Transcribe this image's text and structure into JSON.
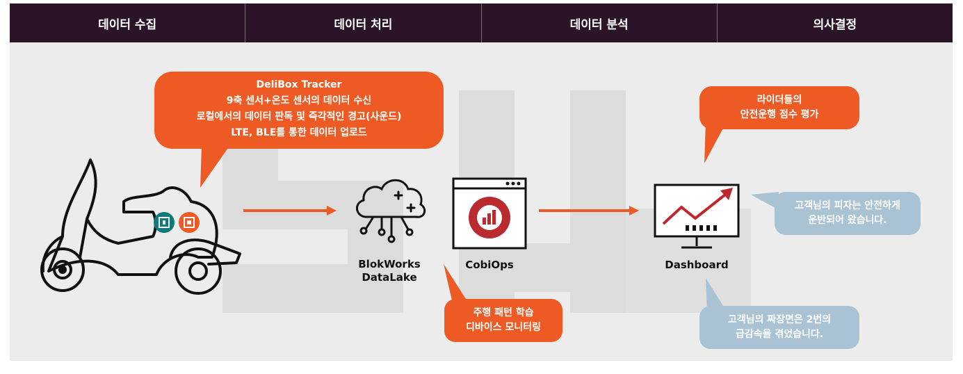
{
  "header": {
    "stages": [
      "데이터 수집",
      "데이터 처리",
      "데이터 분석",
      "의사결정"
    ]
  },
  "watermark": "SM",
  "colors": {
    "header_bg": "#2b1427",
    "accent_orange": "#ee5a24",
    "bubble_blue": "#a9c3d4",
    "panel_bg": "#ececec",
    "chart_red": "#c0262d"
  },
  "callouts": {
    "tracker": [
      "DeliBox Tracker",
      "9축 센서+온도 센서의 데이터 수신",
      "로컬에서의 데이터 판독 및 즉각적인 경고(사운드)",
      "LTE, BLE를 통한 데이터 업로드"
    ],
    "learning": [
      "주행 패턴 학습",
      "디바이스 모니터링"
    ],
    "rider": [
      "라이더들의",
      "안전운행 점수 평가"
    ],
    "pizza": [
      "고객님의 피자는 안전하게",
      "운반되어 왔습니다."
    ],
    "jjajang": [
      "고객님의 짜장면은 2번의",
      "급감속을 겪었습니다."
    ]
  },
  "nodes": {
    "datalake": [
      "BlokWorks",
      "DataLake"
    ],
    "cobiops": "CobiOps",
    "dashboard": "Dashboard"
  },
  "icons": [
    "scooter-icon",
    "chip-icon",
    "cloud-network-icon",
    "app-window-icon",
    "monitor-chart-icon",
    "arrow-right-icon"
  ]
}
